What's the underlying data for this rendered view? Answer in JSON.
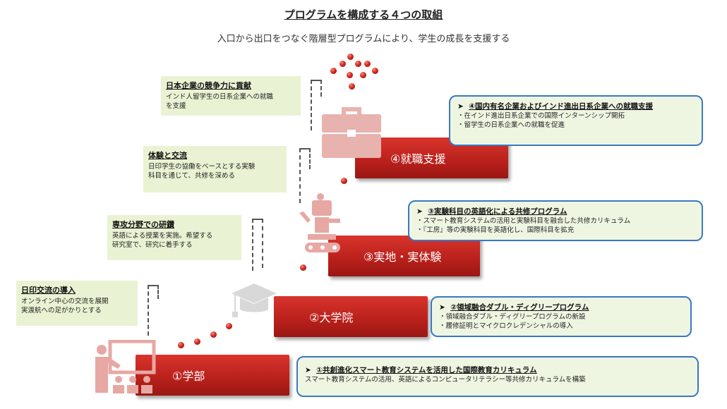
{
  "header": {
    "title": "プログラムを構成する４つの取組",
    "subtitle": "入口から出口をつなぐ階層型プログラムにより、学生の成長を支援する"
  },
  "steps": [
    {
      "label": "①学部"
    },
    {
      "label": "②大学院"
    },
    {
      "label": "③実地・実体験"
    },
    {
      "label": "④就職支援"
    }
  ],
  "left_notes": [
    {
      "heading": "日本企業の競争力に貢献",
      "lines": [
        "インド人留学生の日系企業への就職",
        "を支援"
      ]
    },
    {
      "heading": "体験と交流",
      "lines": [
        "日印学生の協働をベースとする実験",
        "科目を通じて、共修を深める"
      ]
    },
    {
      "heading": "専攻分野での研鑚",
      "lines": [
        "英語による授業を実施。希望する",
        "研究室で、研究に着手する"
      ]
    },
    {
      "heading": "日印交流の導入",
      "lines": [
        "オンライン中心の交流を展開",
        "実渡航への足がかりとする"
      ]
    }
  ],
  "right_boxes": [
    {
      "heading": "④国内有名企業およびインド進出日系企業への就職支援",
      "lines": [
        "・在インド進出日系企業での国際インターンシップ開拓",
        "・留学生の日系企業への就職を促進"
      ]
    },
    {
      "heading": "③実験科目の英語化による共修プログラム",
      "lines": [
        "・スマート教育システムの活用と実験科目を融合した共修カリキュラム",
        "・『工房』等の実験科目を英語化し、国際科目を拡充"
      ]
    },
    {
      "heading": "②領域融合ダブル・ディグリープログラム",
      "lines": [
        "・領域融合ダブル・ディグリープログラムの新設",
        "・履修証明とマイクロクレデンシャルの導入"
      ]
    },
    {
      "heading": "①共創進化スマート教育システムを活用した国際教育カリキュラム",
      "lines": [
        "スマート教育システムの活用、英語によるコンピュータリテラシー等共修カリキュラムを構築"
      ]
    }
  ],
  "arrow_glyph": "➤",
  "icons": {
    "step1": "teacher-classroom-icon",
    "step2": "graduation-cap-icon",
    "step3": "robot-icon",
    "step4": "briefcase-icon"
  },
  "colors": {
    "accent_red": "#c4241e",
    "note_green": "#e9f3d3",
    "box_border": "#3a78c2"
  }
}
